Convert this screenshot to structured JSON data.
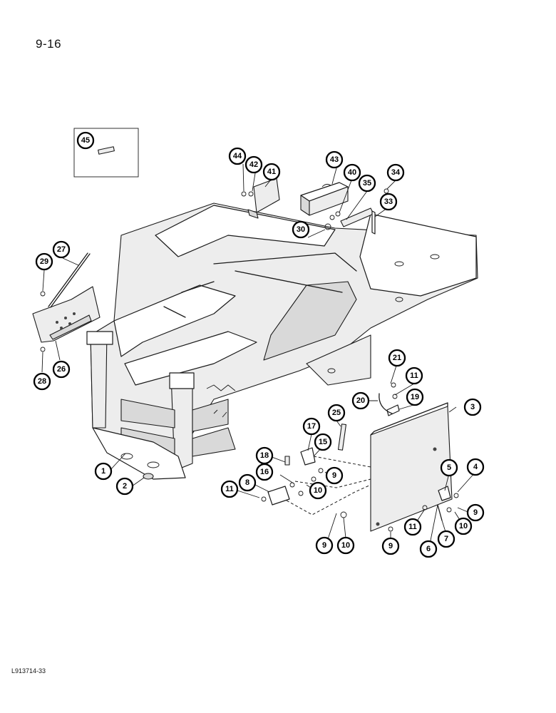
{
  "page_number": "9-16",
  "figure_code": "L913714-33",
  "callouts": [
    "1",
    "2",
    "3",
    "4",
    "5",
    "6",
    "7",
    "8",
    "9",
    "10",
    "11",
    "15",
    "16",
    "17",
    "18",
    "19",
    "20",
    "21",
    "25",
    "26",
    "27",
    "28",
    "29",
    "30",
    "33",
    "34",
    "35",
    "40",
    "41",
    "42",
    "43",
    "44",
    "45"
  ]
}
